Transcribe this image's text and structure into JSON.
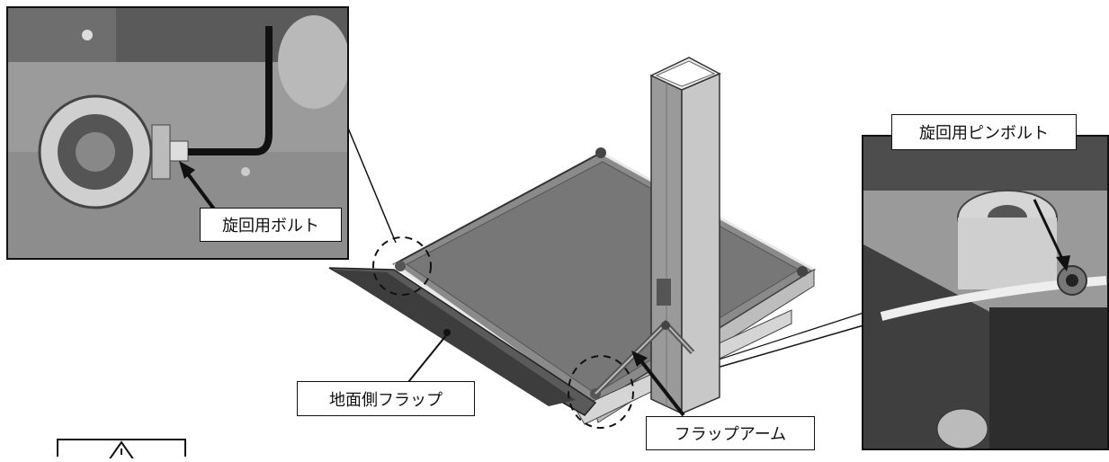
{
  "labels": {
    "pivot_bolt": "旋回用ボルト",
    "pivot_pin_bolt": "旋回用ピンボルト",
    "ground_side_flap": "地面側フラップ",
    "flap_arm": "フラップアーム"
  },
  "icons": {
    "warning": "warning-icon"
  }
}
